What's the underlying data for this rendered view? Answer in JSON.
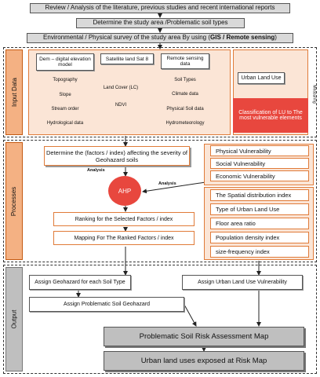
{
  "top": {
    "review": "Review / Analysis of the literature, previous studies and recent international reports",
    "study_area": "Determine the study area /Problematic soil types",
    "survey_prefix": "Environmental / Physical survey of the study area By using (",
    "survey_tools": "GIS / Remote sensing",
    "survey_suffix": ")"
  },
  "sections": {
    "input": "Input Data",
    "processes": "Processes",
    "output": "Output"
  },
  "input": {
    "dem": "Dem – digital elevation model",
    "satellite": "Satellite land Sat 8",
    "remote": "Remote sensing data",
    "dem_items": [
      "Topography",
      "Slope",
      "Stream order",
      "Hydrological data"
    ],
    "sat_items": [
      "Land Cover (LC)",
      "NDVI"
    ],
    "remote_items": [
      "Soil Types",
      "Climate data",
      "Physical Soil data",
      "Hydrometeorology"
    ],
    "urban": "Urban Land Use",
    "classification": "Classification of LU to The most vulnerable elements",
    "measuring": "Measuring"
  },
  "process": {
    "determine": "Determine the (factors / index) affecting the severity of Geohazard soils",
    "analysis_left": "Analysis",
    "analysis_right": "Analysis",
    "ahp": "AHP",
    "ranking": "Ranking for the Selected Factors / index",
    "mapping": "Mapping For The Ranked Factors / index",
    "vulnerability": [
      "Physical Vulnerability",
      "Social Vulnerability",
      "Economic Vulnerability"
    ],
    "indices": [
      "The Spatial distribution index",
      "Type of  Urban Land Use",
      "Floor area ratio",
      "Population density index",
      "size-frequency index"
    ]
  },
  "output": {
    "assign_soil": "Assign Geohazard for each Soil Type",
    "assign_urban": "Assign Urban Land Use Vulnerability",
    "assign_problematic": "Assign Problematic Soil Geohazard",
    "risk_map": "Problematic Soil Risk Assessment Map",
    "exposed": "Urban land uses exposed at Risk Map"
  },
  "colors": {
    "orange_border": "#e07b39",
    "side_label": "#f4b183",
    "red_box": "#e8473e",
    "gray": "#bfbfbf",
    "cream": "#fbe5d6"
  }
}
